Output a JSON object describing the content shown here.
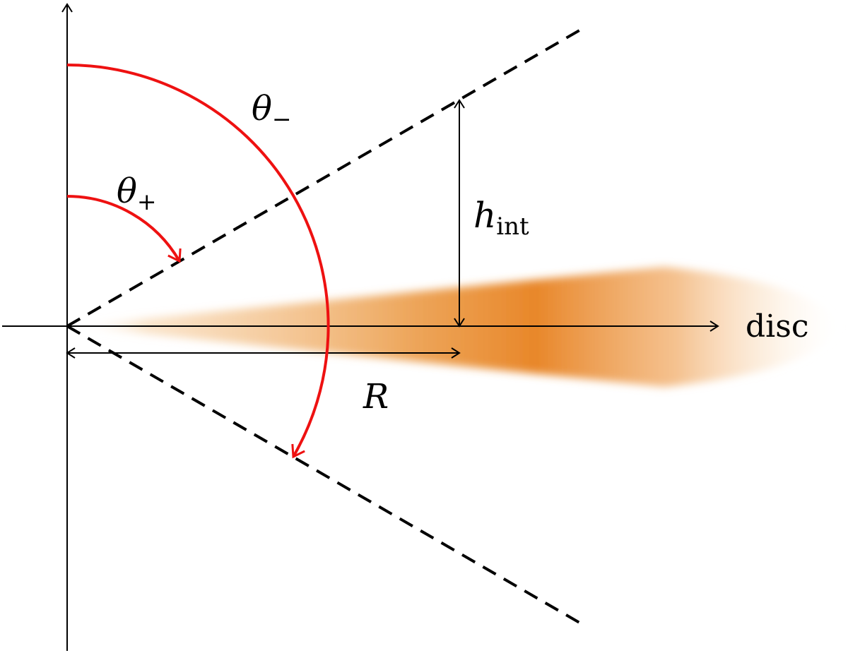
{
  "labels": {
    "theta_minus": {
      "symbol": "θ",
      "sub": "−"
    },
    "theta_plus": {
      "symbol": "θ",
      "sub": "+"
    },
    "h_int": {
      "symbol": "h",
      "sub": "int"
    },
    "radius": "R",
    "disc": "disc"
  },
  "colors": {
    "axes": "#000000",
    "angle_arcs": "#ee1111",
    "disc_core": "#ea8a26",
    "disc_edge": "#fbe3c8"
  }
}
